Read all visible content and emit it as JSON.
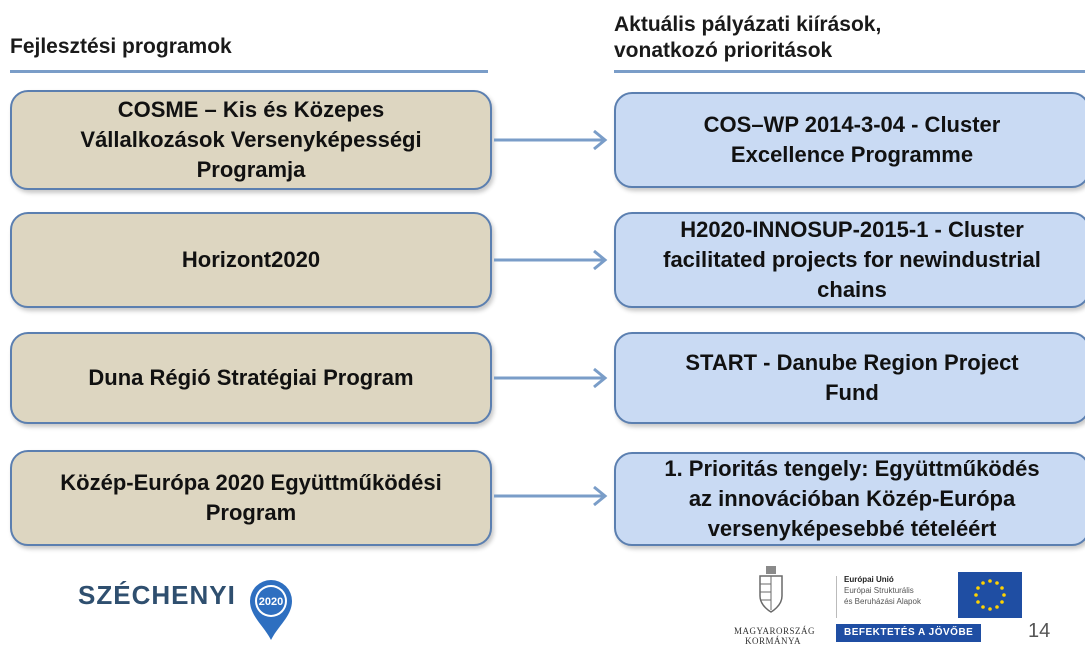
{
  "headings": {
    "left": "Fejlesztési programok",
    "right_line1": "Aktuális pályázati kiírások,",
    "right_line2": "vonatkozó prioritások"
  },
  "rows": [
    {
      "program_lines": [
        "COSME – Kis és Közepes",
        "Vállalkozások Versenyképességi",
        "Programja"
      ],
      "call_lines": [
        "COS–WP 2014-3-04 - Cluster",
        "Excellence Programme"
      ]
    },
    {
      "program_lines": [
        "Horizont2020"
      ],
      "call_lines": [
        "H2020-INNOSUP-2015-1 - Cluster",
        "facilitated projects for newindustrial",
        "chains"
      ]
    },
    {
      "program_lines": [
        "Duna Régió Stratégiai Program"
      ],
      "call_lines": [
        "START - Danube Region Project",
        "Fund"
      ]
    },
    {
      "program_lines": [
        "Közép-Európa 2020 Együttműködési",
        "Program"
      ],
      "call_lines": [
        "1. Prioritás tengely: Együttműködés",
        "az innovációban Közép-Európa",
        "versenyképesebbé tételéért"
      ]
    }
  ],
  "footer": {
    "szechenyi_text": "SZÉCHENYI",
    "szechenyi_year": "2020",
    "gov_line1": "MAGYARORSZÁG",
    "gov_line2": "KORMÁNYA",
    "eu_title": "Európai Unió",
    "eu_line1": "Európai Strukturális",
    "eu_line2": "és Beruházási Alapok",
    "invest_badge": "BEFEKTETÉS A JÖVŐBE",
    "page_number": "14"
  },
  "colors": {
    "program_box": "#ddd6c1",
    "call_box": "#c9daf3",
    "border": "#5b7fb0",
    "arrow": "#7a9dc8",
    "szechenyi_pin": "#2e6fc0",
    "eu_flag": "#1f4ea3",
    "eu_stars": "#ffd200"
  },
  "icons": [
    "arrow-right-icon",
    "szechenyi-pin-icon",
    "hungarian-crest-icon",
    "eu-flag-icon"
  ]
}
